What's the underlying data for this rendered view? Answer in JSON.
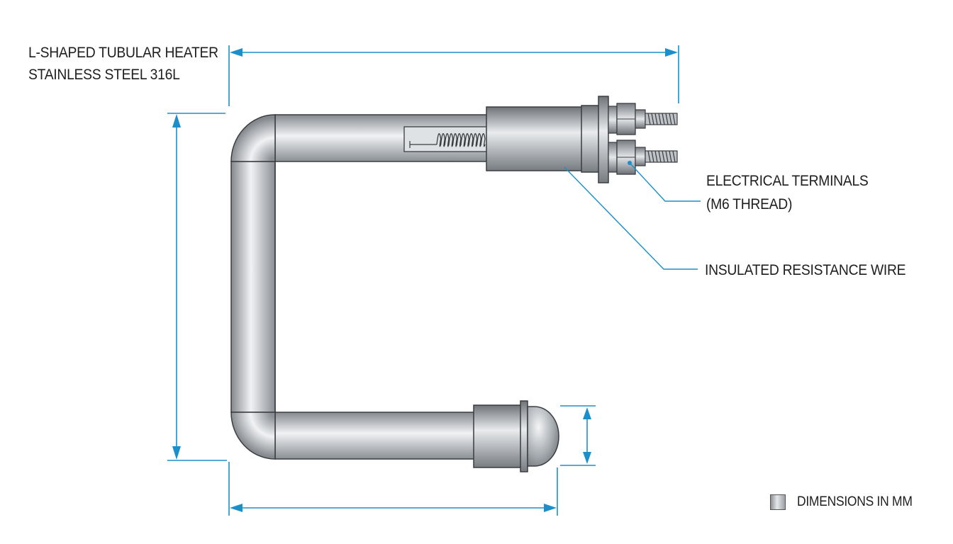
{
  "title": {
    "line1": "L-SHAPED TUBULAR HEATER",
    "line2": "STAINLESS STEEL 316L"
  },
  "callouts": {
    "terminals_line1": "ELECTRICAL TERMINALS",
    "terminals_line2": "(M6 THREAD)",
    "resistance_wire": "INSULATED RESISTANCE WIRE"
  },
  "legend": {
    "label": "DIMENSIONS IN MM"
  },
  "colors": {
    "dimension_line": "#1b8fc9",
    "steel_dark": "#7c8186",
    "steel_light": "#eef0f2",
    "outline": "#3a3d40"
  }
}
